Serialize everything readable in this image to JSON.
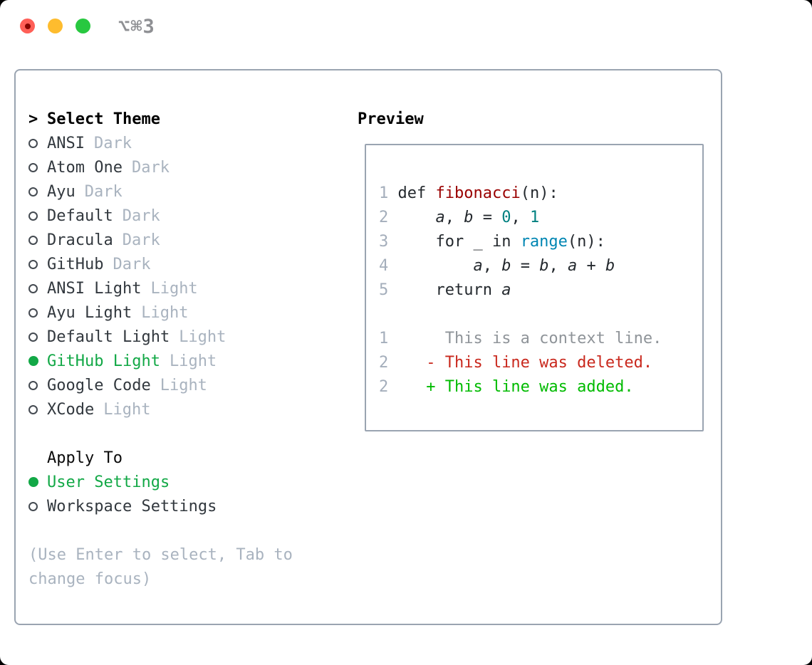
{
  "window": {
    "shortcut_label": "⌥⌘3"
  },
  "colors": {
    "selection_green": "#12a846",
    "muted_gray": "#a9b3bf",
    "panel_border": "#9aa4b1",
    "traffic_red": "#ff5f57",
    "traffic_yellow": "#febc2e",
    "traffic_green": "#28c840",
    "syntax_title_red": "#990000",
    "syntax_number_teal": "#008080",
    "syntax_builtin_blue": "#0086b3",
    "diff_deleted_red": "#c9281d",
    "diff_added_green": "#00bb00"
  },
  "theme_panel": {
    "header_marker": ">",
    "header": "Select Theme",
    "items": [
      {
        "name": "ANSI",
        "variant": "Dark",
        "selected": false
      },
      {
        "name": "Atom One",
        "variant": "Dark",
        "selected": false
      },
      {
        "name": "Ayu",
        "variant": "Dark",
        "selected": false
      },
      {
        "name": "Default",
        "variant": "Dark",
        "selected": false
      },
      {
        "name": "Dracula",
        "variant": "Dark",
        "selected": false
      },
      {
        "name": "GitHub",
        "variant": "Dark",
        "selected": false
      },
      {
        "name": "ANSI Light",
        "variant": "Light",
        "selected": false
      },
      {
        "name": "Ayu Light",
        "variant": "Light",
        "selected": false
      },
      {
        "name": "Default Light",
        "variant": "Light",
        "selected": false
      },
      {
        "name": "GitHub Light",
        "variant": "Light",
        "selected": true
      },
      {
        "name": "Google Code",
        "variant": "Light",
        "selected": false
      },
      {
        "name": "XCode",
        "variant": "Light",
        "selected": false
      }
    ]
  },
  "apply_panel": {
    "header": "Apply To",
    "items": [
      {
        "name": "User Settings",
        "selected": true
      },
      {
        "name": "Workspace Settings",
        "selected": false
      }
    ]
  },
  "footer": {
    "line1": "(Use Enter to select, Tab to",
    "line2": "change focus)"
  },
  "preview": {
    "title": "Preview",
    "lines": [
      {
        "n": "1",
        "tokens": [
          {
            "t": " def ",
            "c": "pl"
          },
          {
            "t": "fibonacci",
            "c": "fn"
          },
          {
            "t": "(n):",
            "c": "pl"
          }
        ]
      },
      {
        "n": "2",
        "tokens": [
          {
            "t": "     ",
            "c": "pl"
          },
          {
            "t": "a",
            "c": "v"
          },
          {
            "t": ", ",
            "c": "pl"
          },
          {
            "t": "b",
            "c": "v"
          },
          {
            "t": " = ",
            "c": "pl"
          },
          {
            "t": "0",
            "c": "num"
          },
          {
            "t": ", ",
            "c": "pl"
          },
          {
            "t": "1",
            "c": "num"
          }
        ]
      },
      {
        "n": "3",
        "tokens": [
          {
            "t": "     for _ in ",
            "c": "pl"
          },
          {
            "t": "range",
            "c": "bi"
          },
          {
            "t": "(n):",
            "c": "pl"
          }
        ]
      },
      {
        "n": "4",
        "tokens": [
          {
            "t": "         ",
            "c": "pl"
          },
          {
            "t": "a",
            "c": "v"
          },
          {
            "t": ", ",
            "c": "pl"
          },
          {
            "t": "b",
            "c": "v"
          },
          {
            "t": " = ",
            "c": "pl"
          },
          {
            "t": "b",
            "c": "v"
          },
          {
            "t": ", ",
            "c": "pl"
          },
          {
            "t": "a",
            "c": "v"
          },
          {
            "t": " + ",
            "c": "pl"
          },
          {
            "t": "b",
            "c": "v"
          }
        ]
      },
      {
        "n": "5",
        "tokens": [
          {
            "t": "     return ",
            "c": "pl"
          },
          {
            "t": "a",
            "c": "v"
          }
        ]
      },
      {
        "n": "",
        "tokens": []
      },
      {
        "n": "1",
        "tokens": [
          {
            "t": "      This is a context line.",
            "c": "ctx"
          }
        ]
      },
      {
        "n": "2",
        "tokens": [
          {
            "t": "    - This line was deleted.",
            "c": "del"
          }
        ]
      },
      {
        "n": "2",
        "tokens": [
          {
            "t": "    + This line was added.",
            "c": "add"
          }
        ]
      }
    ]
  }
}
